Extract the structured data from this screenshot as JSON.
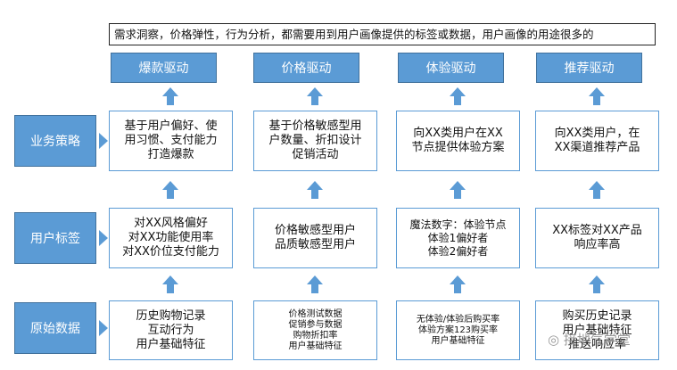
{
  "banner": "需求洞察，价格弹性，行为分析，都需要用到用户画像提供的标签或数据，用户画像的用途很多的",
  "columns": [
    "爆款驱动",
    "价格驱动",
    "体验驱动",
    "推荐驱动"
  ],
  "rows": [
    {
      "label": "业务策略",
      "cells": [
        [
          "基于用户偏好、使",
          "用习惯、支付能力",
          "打造爆款"
        ],
        [
          "基于价格敏感型用",
          "户数量、折扣设计",
          "促销活动"
        ],
        [
          "向XX类用户在XX",
          "节点提供体验方案"
        ],
        [
          "向XX类用户，在",
          "XX渠道推荐产品"
        ]
      ]
    },
    {
      "label": "用户标签",
      "cells": [
        [
          "对XX风格偏好",
          "对XX功能使用率",
          "对XX价位支付能力"
        ],
        [
          "价格敏感型用户",
          "品质敏感型用户"
        ],
        [
          "魔法数字：体验节点",
          "体验1偏好者",
          "体验2偏好者"
        ],
        [
          "XX标签对XX产品",
          "响应率高"
        ]
      ]
    },
    {
      "label": "原始数据",
      "cells": [
        [
          "历史购物记录",
          "互动行为",
          "用户基础特征"
        ],
        [
          "价格测试数据",
          "促销参与数据",
          "购物折扣率",
          "用户基础特征"
        ],
        [
          "无体验/体验后购买率",
          "体验方案123购买率",
          "用户基础特征"
        ],
        [
          "购买历史记录",
          "用户基础特征",
          "推送响应率"
        ]
      ]
    }
  ],
  "watermark": "接地气学堂",
  "colors": {
    "accent": "#5b9bd5",
    "accent_border": "#41719c"
  }
}
